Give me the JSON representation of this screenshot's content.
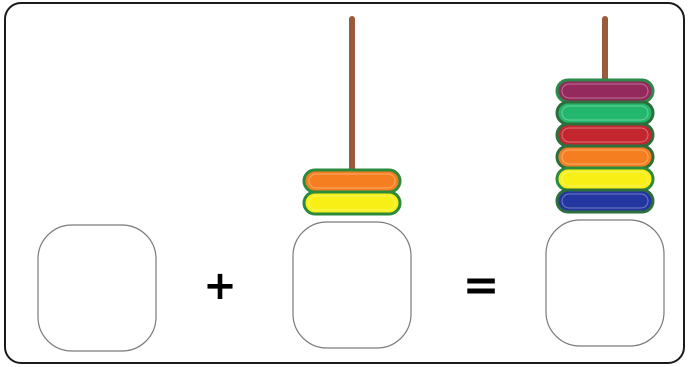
{
  "operators": {
    "plus": "+",
    "equals": "="
  },
  "colors": {
    "frame": "#1a1a1a",
    "box_stroke": "#7a7a7a",
    "rod": "#9a5a3c",
    "bead_outline_default": "#5a7a2a"
  },
  "abaci": [
    {
      "name": "first-abacus",
      "has_rod": false,
      "beads": []
    },
    {
      "name": "second-abacus",
      "has_rod": true,
      "beads": [
        {
          "color": "#f57f20",
          "outline": "#2c8a3c",
          "name": "orange-bead"
        },
        {
          "color": "#f7ef16",
          "outline": "#2c8a3c",
          "name": "yellow-bead"
        }
      ]
    },
    {
      "name": "result-abacus",
      "has_rod": true,
      "beads": [
        {
          "color": "#93295c",
          "outline": "#2a8a4a",
          "name": "maroon-bead"
        },
        {
          "color": "#23b66d",
          "outline": "#2c6e3c",
          "name": "green-bead"
        },
        {
          "color": "#c3262f",
          "outline": "#2c6e3c",
          "name": "red-bead"
        },
        {
          "color": "#f57f20",
          "outline": "#2c6e3c",
          "name": "orange-bead"
        },
        {
          "color": "#f7ef16",
          "outline": "#2c8a3c",
          "name": "yellow-bead"
        },
        {
          "color": "#2436a0",
          "outline": "#2c6e3c",
          "name": "blue-bead"
        }
      ]
    }
  ]
}
